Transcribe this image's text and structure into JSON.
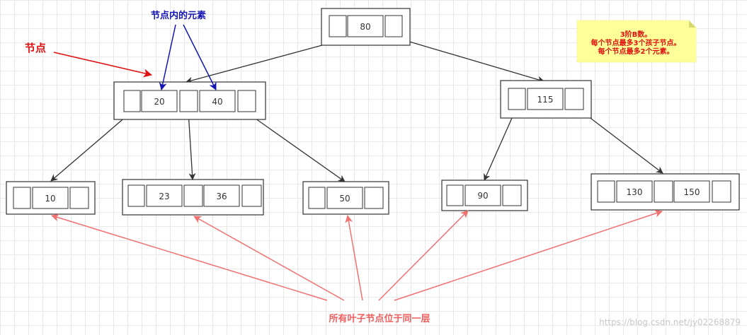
{
  "annotations": {
    "node_label": "节点",
    "element_label": "节点内的元素",
    "leaf_label": "所有叶子节点位于同一层"
  },
  "note": {
    "lines": [
      "3阶B数。",
      "每个节点最多3个孩子节点。",
      "每个节点最多2个元素。"
    ]
  },
  "tree": {
    "root": [
      "80"
    ],
    "level1_left": [
      "20",
      "40"
    ],
    "level1_right": [
      "115"
    ],
    "leaf_1": [
      "10"
    ],
    "leaf_2": [
      "23",
      "36"
    ],
    "leaf_3": [
      "50"
    ],
    "leaf_4": [
      "90"
    ],
    "leaf_5": [
      "130",
      "150"
    ]
  },
  "watermark": "https://blog.csdn.net/jy02268879",
  "colors": {
    "node_stroke": "#333333",
    "tree_arrow": "#333333",
    "node_label": "#e01010",
    "element_label": "#1414b4",
    "leaf_arrow": "#f07070",
    "note_fill": "#ffff99"
  }
}
